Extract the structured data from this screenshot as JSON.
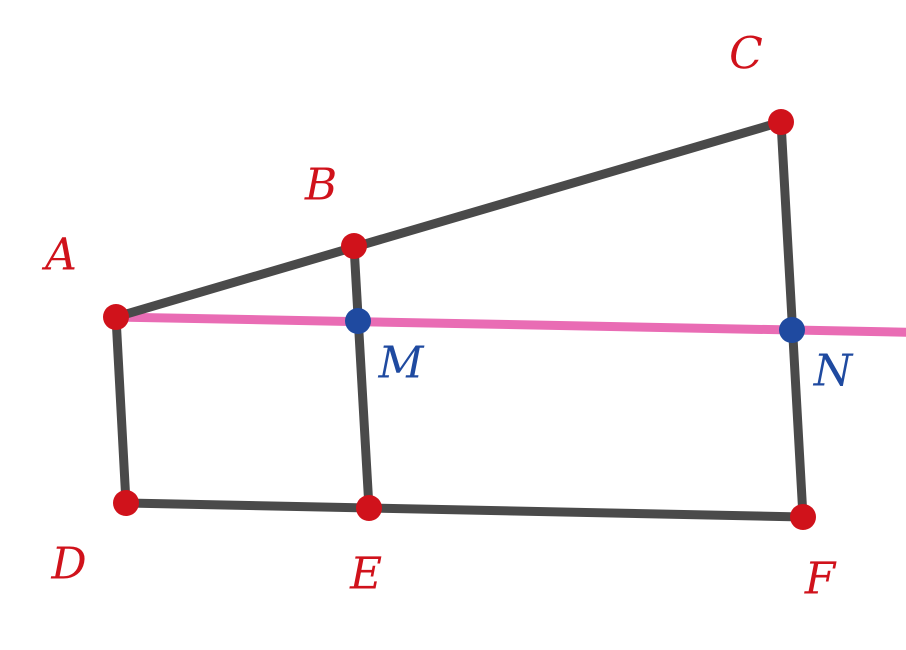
{
  "colors": {
    "background": "#ffffff",
    "segment": "#4a4a4a",
    "line": "#e96cb4",
    "vertex": "#d0121b",
    "intersection": "#1f4aa0"
  },
  "points": [
    {
      "id": "A",
      "label": "A",
      "kind": "vertex"
    },
    {
      "id": "B",
      "label": "B",
      "kind": "vertex"
    },
    {
      "id": "C",
      "label": "C",
      "kind": "vertex"
    },
    {
      "id": "D",
      "label": "D",
      "kind": "vertex"
    },
    {
      "id": "E",
      "label": "E",
      "kind": "vertex"
    },
    {
      "id": "F",
      "label": "F",
      "kind": "vertex"
    },
    {
      "id": "M",
      "label": "M",
      "kind": "intersection"
    },
    {
      "id": "N",
      "label": "N",
      "kind": "intersection"
    }
  ],
  "segments": [
    {
      "from": "A",
      "to": "C"
    },
    {
      "from": "A",
      "to": "D"
    },
    {
      "from": "D",
      "to": "F"
    },
    {
      "from": "B",
      "to": "E"
    },
    {
      "from": "C",
      "to": "F"
    }
  ],
  "lines": [
    {
      "through": [
        "A",
        "N"
      ],
      "extends": "right"
    }
  ]
}
